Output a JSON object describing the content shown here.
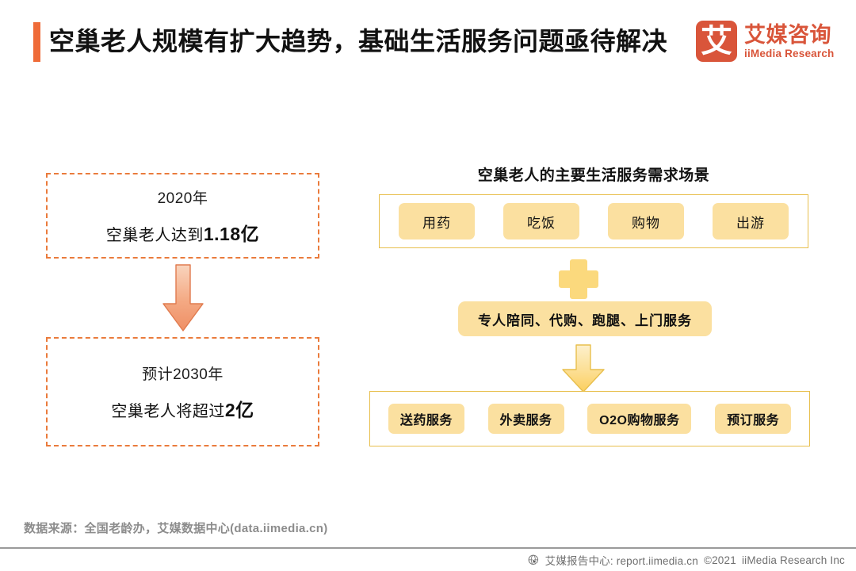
{
  "header": {
    "title": "空巢老人规模有扩大趋势，基础生活服务问题亟待解决",
    "accent_color": "#ef6b38",
    "logo": {
      "mark_glyph": "艾",
      "brand_cn": "艾媒咨询",
      "brand_en": "iiMedia Research",
      "color": "#d9553a"
    }
  },
  "left_panel": {
    "boxes": [
      {
        "line1": "2020年",
        "line2_prefix": "空巢老人达到",
        "line2_highlight": "1.18亿"
      },
      {
        "line1": "预计2030年",
        "line2_prefix": "空巢老人将超过",
        "line2_highlight": "2亿"
      }
    ],
    "arrow": {
      "name": "down-arrow-icon",
      "direction": "down",
      "fill_top": "#f8cdb5",
      "fill_bottom": "#f09268",
      "stroke": "#e07b4f"
    }
  },
  "right_panel": {
    "heading": "空巢老人的主要生活服务需求场景",
    "needs": [
      "用药",
      "吃饭",
      "购物",
      "出游"
    ],
    "plus_icon": {
      "name": "plus-icon",
      "fill": "#fbd97d"
    },
    "service_bar": "专人陪同、代购、跑腿、上门服务",
    "arrow": {
      "name": "down-arrow-icon",
      "direction": "down",
      "fill_top": "#fdecc0",
      "fill_bottom": "#fbcf5f",
      "stroke": "#e8bf4d"
    },
    "services": [
      "送药服务",
      "外卖服务",
      "O2O购物服务",
      "预订服务"
    ],
    "container_border_color": "#e8bf4d",
    "pill_fill": "#fbe0a0"
  },
  "footer": {
    "source": "数据来源：全国老龄办，艾媒数据中心(data.iimedia.cn)",
    "report_center": "艾媒报告中心: report.iimedia.cn",
    "copyright": "©2021",
    "company": "iiMedia Research Inc",
    "globe_icon": "globe-cursor-icon"
  }
}
